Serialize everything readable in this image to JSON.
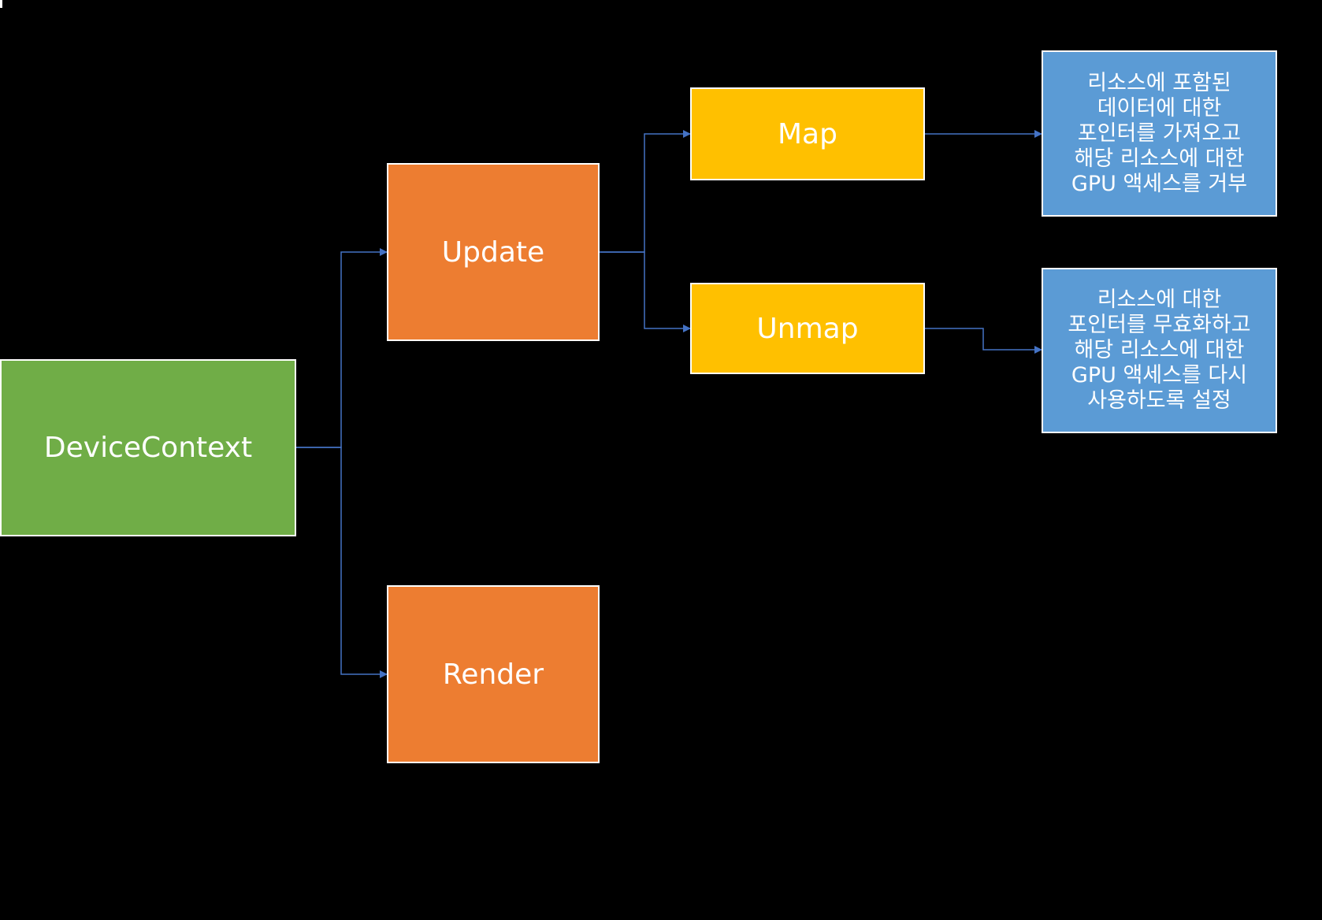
{
  "colors": {
    "background": "#000000",
    "root": "#70ad47",
    "level1": "#ed7d31",
    "level2": "#ffc000",
    "note": "#5b9bd5",
    "connector": "#4472c4",
    "border": "#ffffff",
    "text": "#ffffff"
  },
  "nodes": {
    "devicecontext": "DeviceContext",
    "update": "Update",
    "render": "Render",
    "map": "Map",
    "unmap": "Unmap",
    "note_map": "리소스에 포함된 데이터에 대한 포인터를 가져오고 해당 리소스에 대한 GPU 액세스를 거부",
    "note_unmap": "리소스에 대한 포인터를 무효화하고 해당 리소스에 대한 GPU 액세스를 다시 사용하도록 설정"
  },
  "edges": [
    {
      "from": "devicecontext",
      "to": "update"
    },
    {
      "from": "devicecontext",
      "to": "render"
    },
    {
      "from": "update",
      "to": "map"
    },
    {
      "from": "update",
      "to": "unmap"
    },
    {
      "from": "map",
      "to": "note_map"
    },
    {
      "from": "unmap",
      "to": "note_unmap"
    }
  ]
}
